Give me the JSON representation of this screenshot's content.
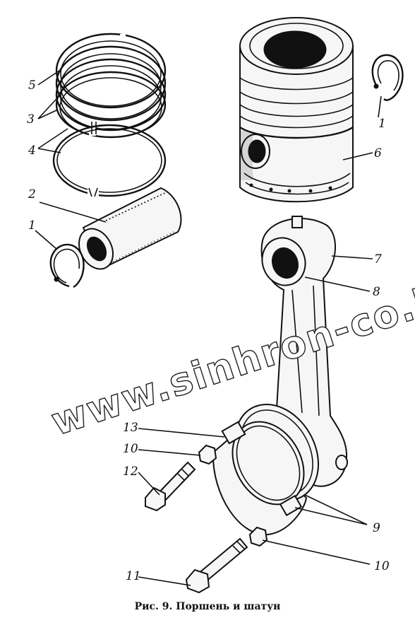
{
  "figure": {
    "caption_prefix": "Рис.",
    "caption_number": "9.",
    "caption_text": "Поршень и шатун",
    "watermark": "www.sinhron-co.kz",
    "labels": {
      "l1_top": "1",
      "l1_left": "1",
      "l2": "2",
      "l3": "3",
      "l4": "4",
      "l5": "5",
      "l6": "6",
      "l7": "7",
      "l8": "8",
      "l9": "9",
      "l10_upper": "10",
      "l10_lower": "10",
      "l11": "11",
      "l12": "12",
      "l13": "13"
    }
  }
}
